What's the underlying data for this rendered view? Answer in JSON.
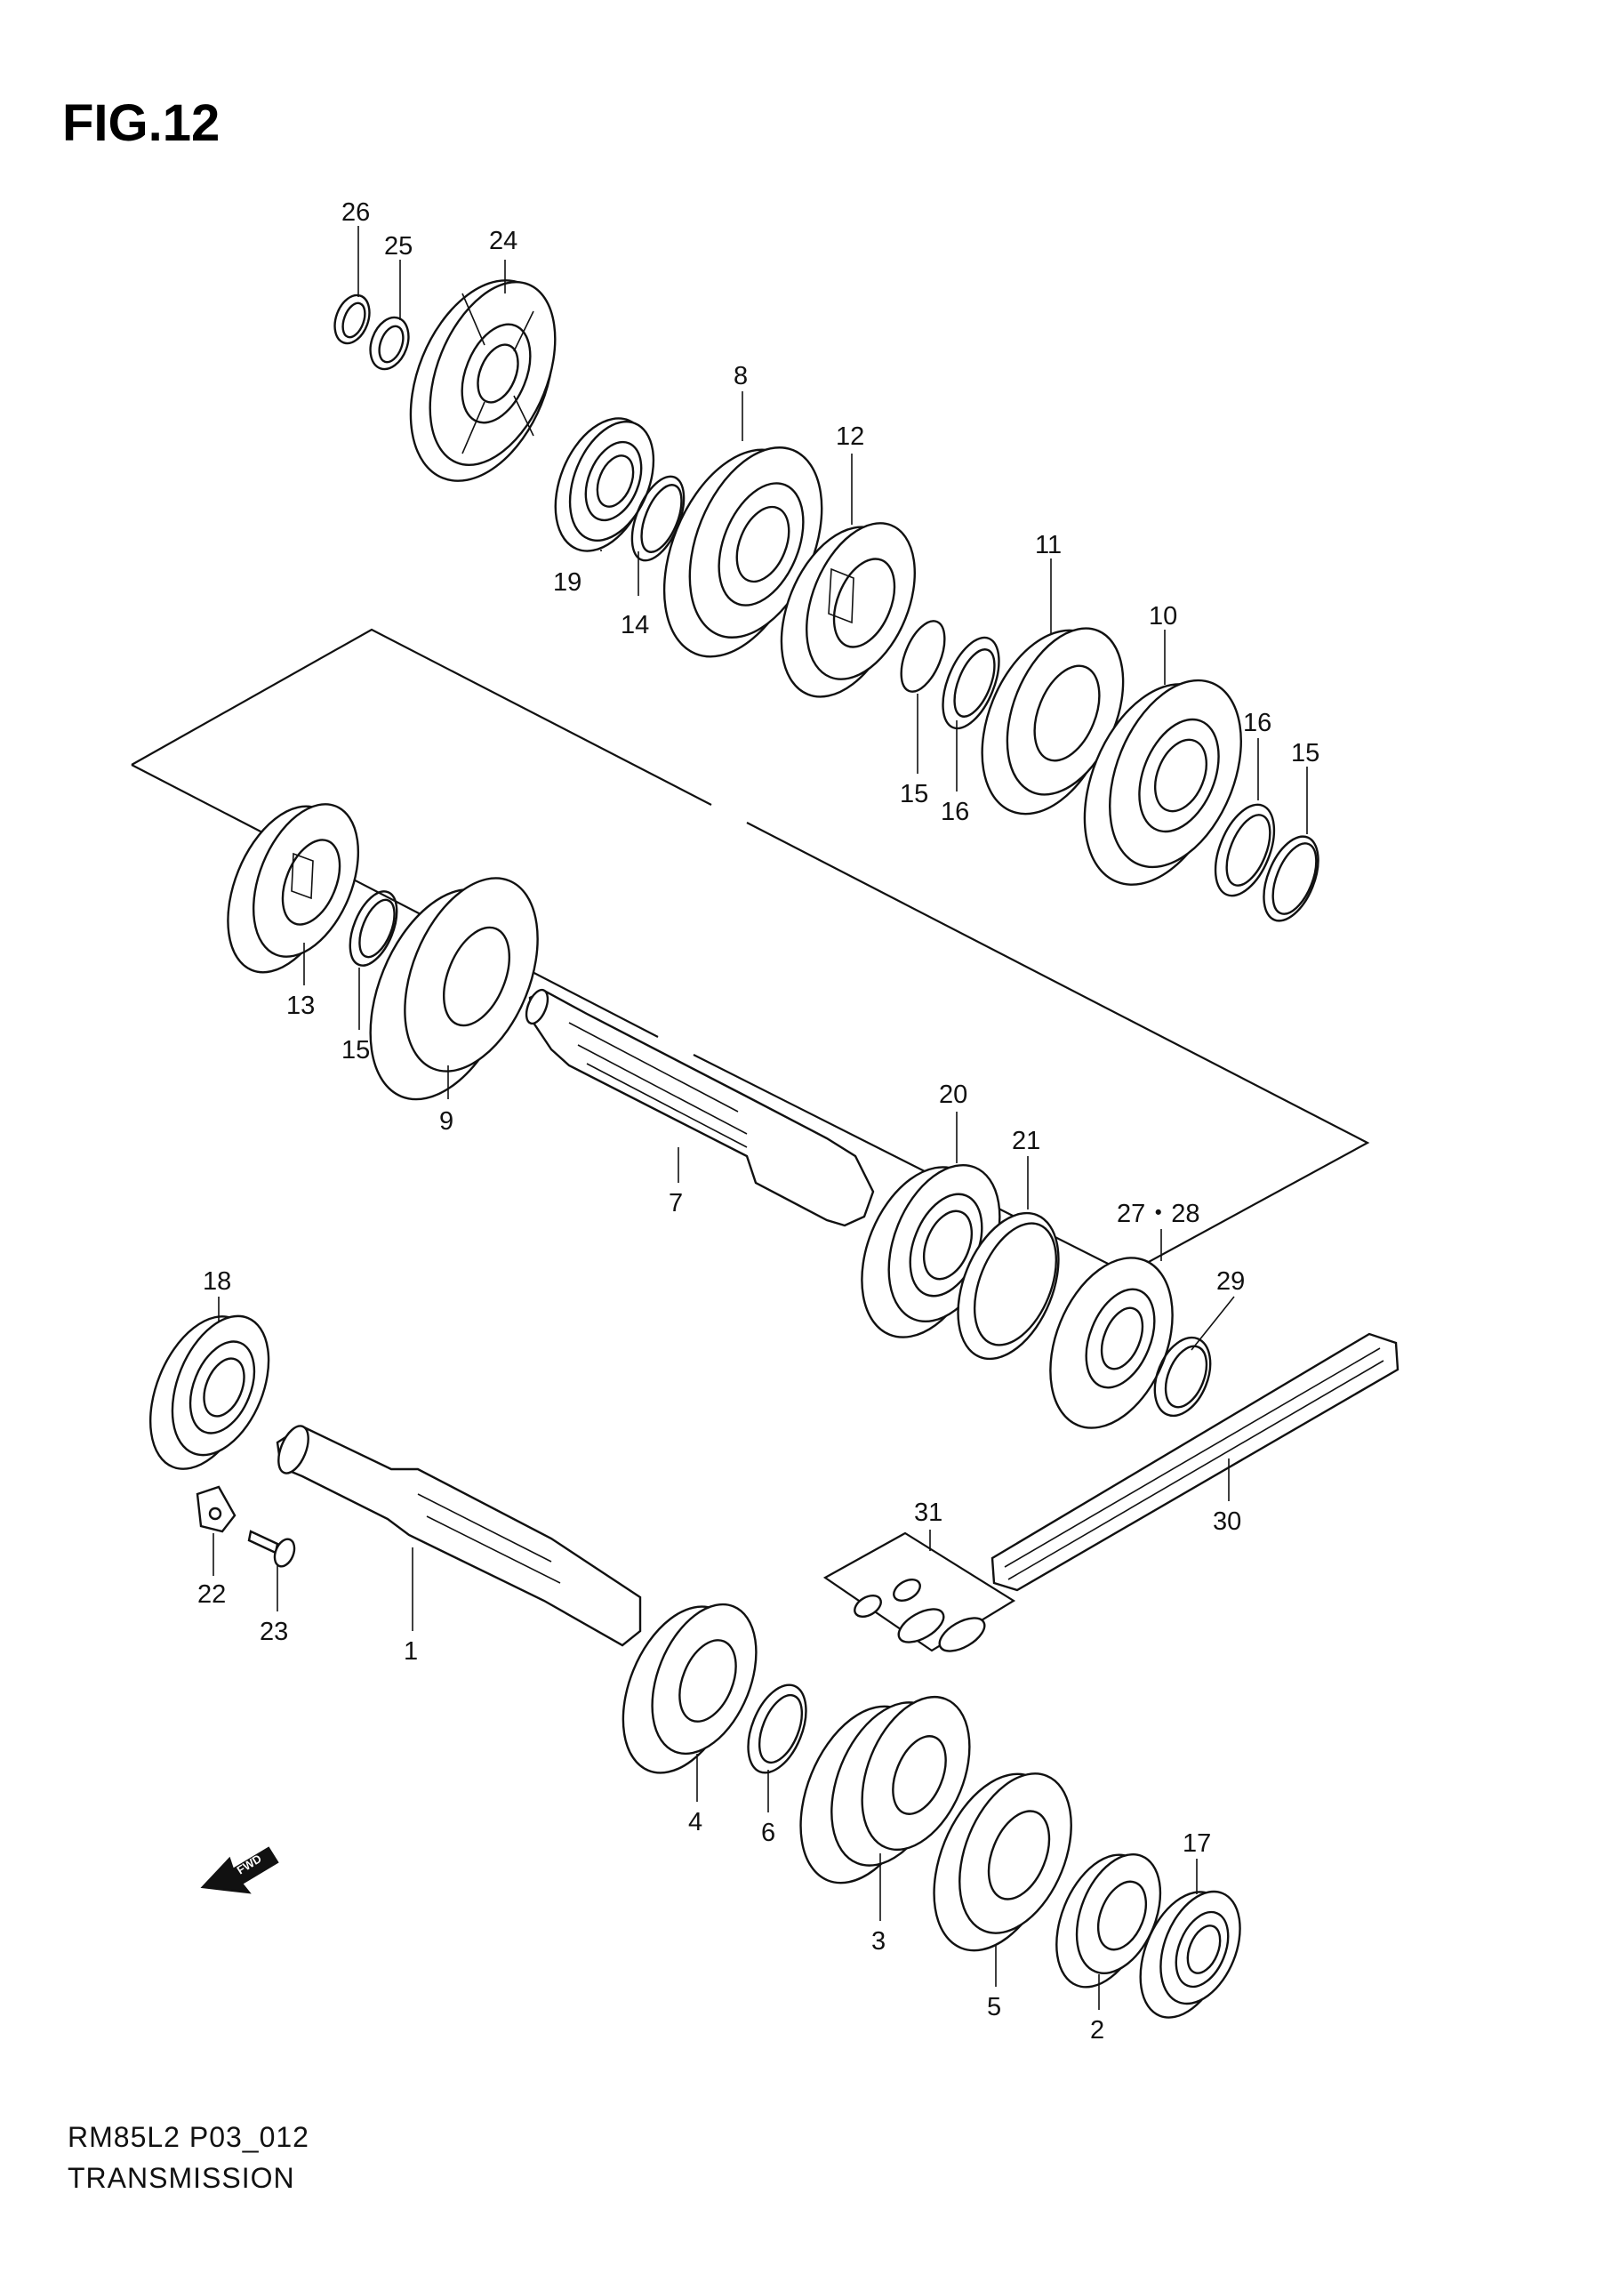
{
  "figure": {
    "title": "FIG.12",
    "model_code": "RM85L2 P03_012",
    "section_name": "TRANSMISSION",
    "fwd_label": "FWD"
  },
  "callouts": {
    "c1": "1",
    "c2": "2",
    "c3": "3",
    "c4": "4",
    "c5": "5",
    "c6": "6",
    "c7": "7",
    "c8": "8",
    "c9": "9",
    "c10": "10",
    "c11": "11",
    "c12": "12",
    "c13": "13",
    "c14": "14",
    "c15a": "15",
    "c15b": "15",
    "c15c": "15",
    "c16a": "16",
    "c16b": "16",
    "c17": "17",
    "c18": "18",
    "c19": "19",
    "c20": "20",
    "c21": "21",
    "c22": "22",
    "c23": "23",
    "c24": "24",
    "c25": "25",
    "c26": "26",
    "c2728": "27・28",
    "c29": "29",
    "c30": "30",
    "c31": "31"
  }
}
